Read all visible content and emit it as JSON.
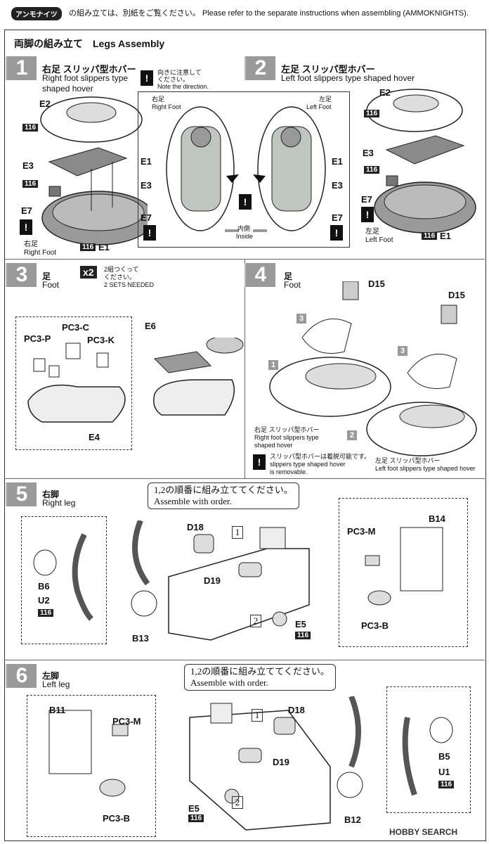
{
  "header": {
    "brand_tag": "アンモナイツ",
    "note": "の組み立ては、別紙をご覧ください。 Please refer to the separate instructions when assembling (AMMOKNIGHTS)."
  },
  "section_title": "両脚の組み立て　Legs Assembly",
  "steps": {
    "s1": {
      "num": "1",
      "jp": "右足 スリッパ型ホバー",
      "en1": "Right foot slippers type",
      "en2": "shaped hover",
      "parts": [
        "E2",
        "E3",
        "E7",
        "E1"
      ],
      "foot_jp": "右足",
      "foot_en": "Right Foot"
    },
    "s2": {
      "num": "2",
      "jp": "左足 スリッパ型ホバー",
      "en1": "Left foot slippers type shaped hover",
      "parts": [
        "E2",
        "E3",
        "E7",
        "E1"
      ],
      "foot_jp": "左足",
      "foot_en": "Left Foot"
    },
    "s3": {
      "num": "3",
      "jp": "足",
      "en": "Foot",
      "mult": "x2",
      "sets_jp1": "2組つくって",
      "sets_jp2": "ください。",
      "sets_en": "2 SETS NEEDED",
      "parts": [
        "PC3-C",
        "PC3-P",
        "PC3-K",
        "E6",
        "E4"
      ]
    },
    "s4": {
      "num": "4",
      "jp": "足",
      "en": "Foot",
      "parts": [
        "D15",
        "D15"
      ],
      "right_jp": "右足 スリッパ型ホバー",
      "right_en1": "Right foot slippers type",
      "right_en2": "shaped hover",
      "left_jp": "左足 スリッパ型ホバー",
      "left_en": "Left foot slippers type shaped hover",
      "rem_jp": "スリッパ型ホバーは着脱可能です。",
      "rem_en1": "slippers type shaped hover",
      "rem_en2": "is removable.",
      "refs": [
        "3",
        "1",
        "3",
        "2"
      ]
    },
    "s5": {
      "num": "5",
      "jp": "右脚",
      "en": "Right leg",
      "parts": [
        "B6",
        "U2",
        "D18",
        "D19",
        "B13",
        "E5",
        "PC3-M",
        "B14",
        "PC3-B"
      ]
    },
    "s6": {
      "num": "6",
      "jp": "左脚",
      "en": "Left leg",
      "parts": [
        "B11",
        "PC3-M",
        "PC3-B",
        "D18",
        "D19",
        "E5",
        "B12",
        "B5",
        "U1"
      ]
    }
  },
  "center_box": {
    "dir_jp": "向きに注意して",
    "dir_jp2": "ください。",
    "dir_en": "Note the direction.",
    "right_jp": "右足",
    "right_en": "Right Foot",
    "left_jp": "左足",
    "left_en": "Left Foot",
    "parts_left": [
      "E1",
      "E3",
      "E7"
    ],
    "parts_right": [
      "E1",
      "E3",
      "E7"
    ],
    "inside_jp": "内側",
    "inside_en": "Inside"
  },
  "callout": {
    "jp": "1,2の順番に組み立ててください。",
    "en": "Assemble with order."
  },
  "order": [
    "1",
    "2"
  ],
  "paint_code": "116",
  "watermark": "HOBBY SEARCH"
}
